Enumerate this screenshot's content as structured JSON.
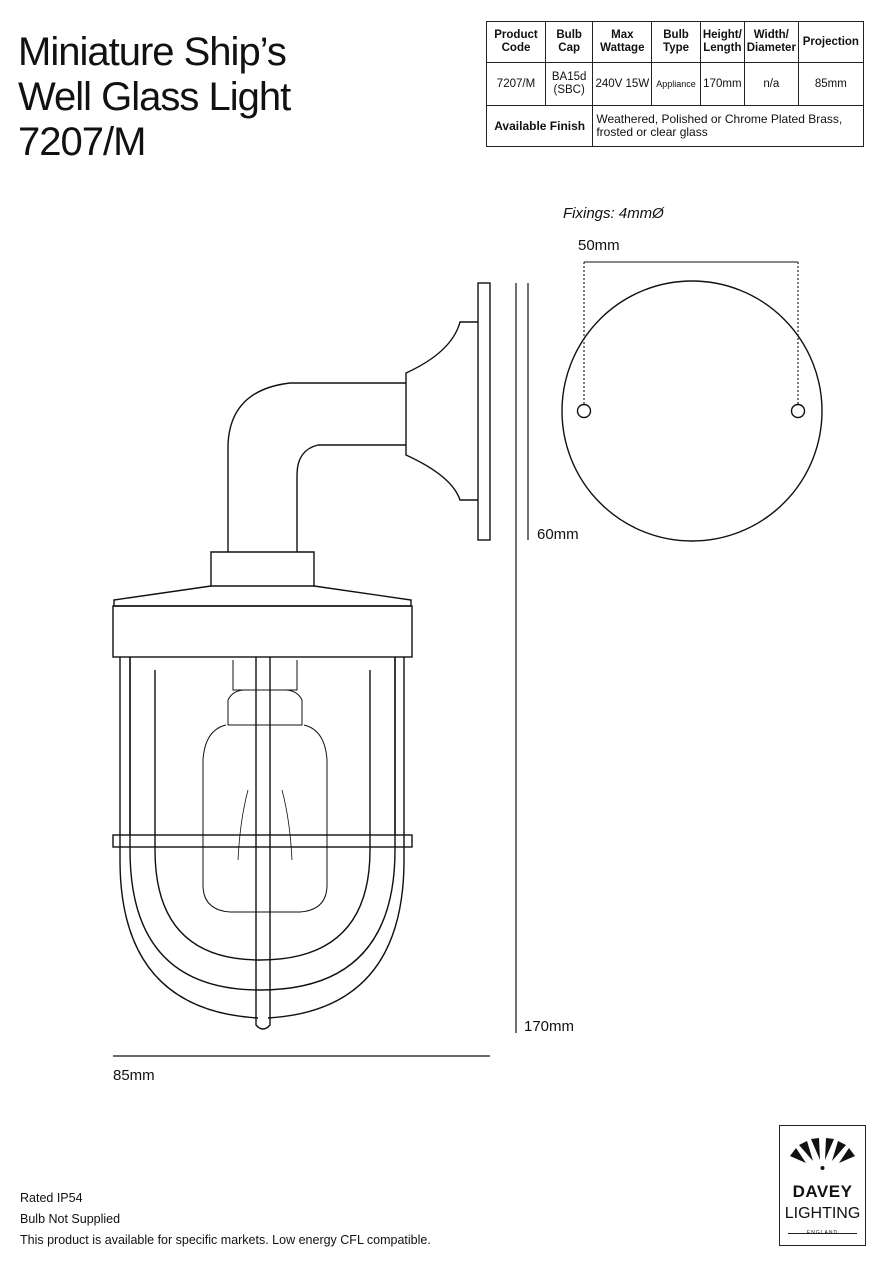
{
  "title": {
    "line1": "Miniature Ship’s",
    "line2": "Well Glass Light",
    "line3": "7207/M"
  },
  "spec_table": {
    "headers": {
      "product_code": "Product Code",
      "bulb_cap": "Bulb Cap",
      "max_wattage": "Max Wattage",
      "bulb_type": "Bulb Type",
      "height_length": "Height/ Length",
      "width_diameter": "Width/ Diameter",
      "projection": "Projection"
    },
    "values": {
      "product_code": "7207/M",
      "bulb_cap_1": "BA15d",
      "bulb_cap_2": "(SBC)",
      "max_wattage": "240V 15W",
      "bulb_type": "Appliance",
      "height_length": "170mm",
      "width_diameter": "n/a",
      "projection": "85mm"
    },
    "finish_label": "Available Finish",
    "finish_value": "Weathered, Polished or Chrome Plated Brass, frosted or clear glass"
  },
  "dimensions": {
    "fixings": "Fixings: 4mmØ",
    "plate_spacing": "50mm",
    "plate_height": "60mm",
    "total_height": "170mm",
    "projection": "85mm"
  },
  "footer": {
    "line1": "Rated IP54",
    "line2": "Bulb Not Supplied",
    "line3": "This product is available for specific markets. Low energy CFL compatible."
  },
  "logo": {
    "brand": "DAVEY",
    "sub": "LIGHTING",
    "country": "ENGLAND"
  }
}
